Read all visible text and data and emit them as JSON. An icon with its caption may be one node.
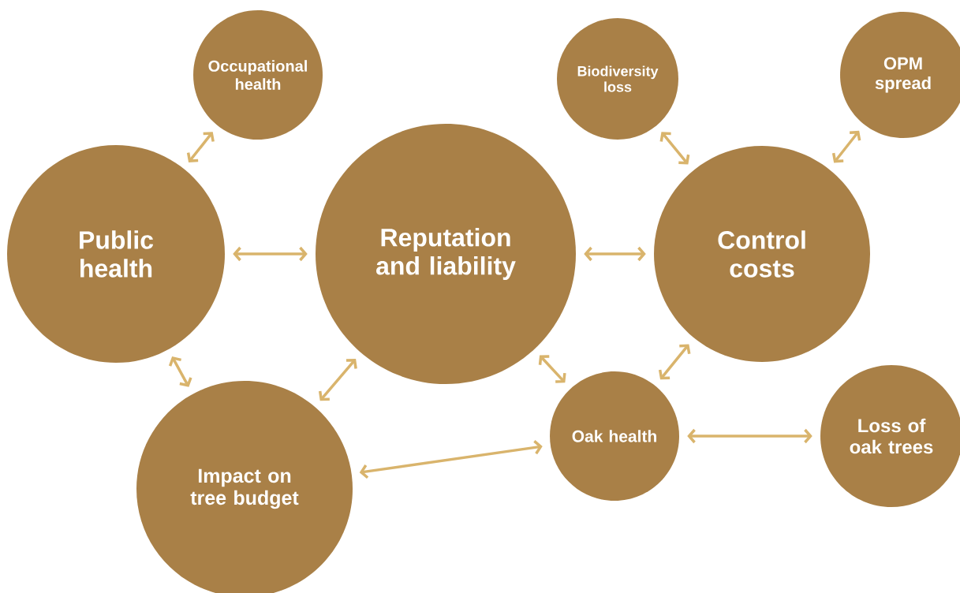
{
  "diagram": {
    "nodes": [
      {
        "text": [
          "Occupational health"
        ]
      },
      {
        "text": [
          "Biodiversity loss"
        ]
      },
      {
        "text": [
          "OPM spread"
        ]
      },
      {
        "text": [
          "Public health"
        ]
      },
      {
        "text": [
          "Reputation and liability"
        ]
      },
      {
        "text": [
          "Control costs"
        ]
      },
      {
        "text": [
          "Impact on tree budget"
        ]
      },
      {
        "text": [
          "Oak health"
        ]
      },
      {
        "text": [
          "Loss of oak trees"
        ]
      }
    ],
    "edges": [
      {
        "from": 3,
        "to": 0,
        "arrow": "both"
      },
      {
        "from": 3,
        "to": 4,
        "arrow": "both"
      },
      {
        "from": 4,
        "to": 5,
        "arrow": "both"
      },
      {
        "from": 1,
        "to": 5,
        "arrow": "both"
      },
      {
        "from": 2,
        "to": 5,
        "arrow": "both"
      },
      {
        "from": 3,
        "to": 6,
        "arrow": "both"
      },
      {
        "from": 6,
        "to": 4,
        "arrow": "both"
      },
      {
        "from": 4,
        "to": 7,
        "arrow": "both"
      },
      {
        "from": 5,
        "to": 7,
        "arrow": "both"
      },
      {
        "from": 6,
        "to": 7,
        "arrow": "both"
      },
      {
        "from": 7,
        "to": 8,
        "arrow": "both"
      }
    ]
  }
}
